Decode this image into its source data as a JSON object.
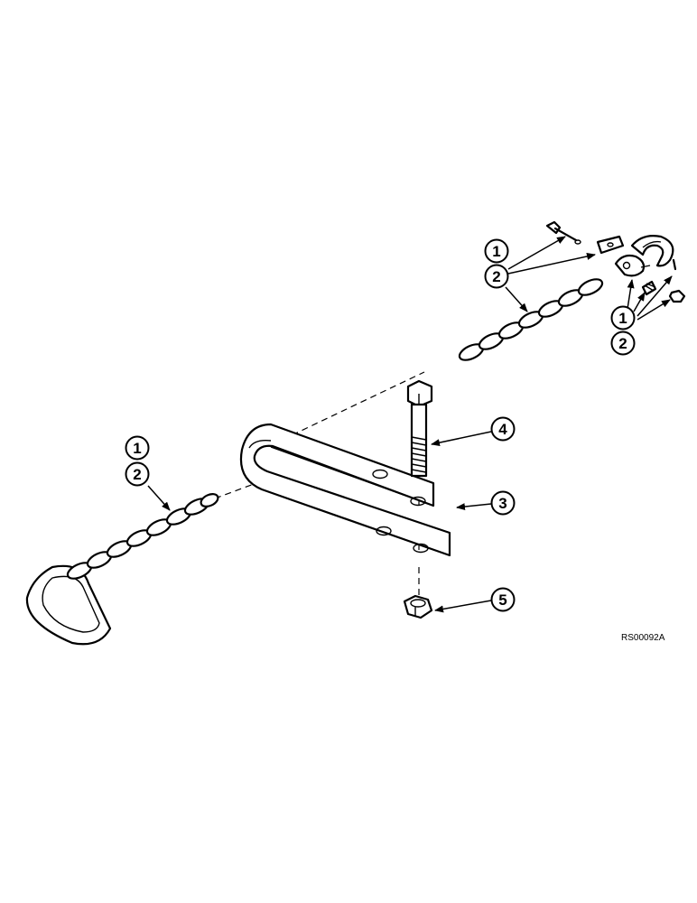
{
  "figure_code": "RS00092A",
  "callouts": [
    {
      "id": "c1-top",
      "label": "1"
    },
    {
      "id": "c2-top",
      "label": "2"
    },
    {
      "id": "c1-right",
      "label": "1"
    },
    {
      "id": "c2-right",
      "label": "2"
    },
    {
      "id": "c1-left",
      "label": "1"
    },
    {
      "id": "c2-left",
      "label": "2"
    },
    {
      "id": "c4",
      "label": "4"
    },
    {
      "id": "c3",
      "label": "3"
    },
    {
      "id": "c5",
      "label": "5"
    }
  ],
  "parts": [
    {
      "name": "safety chain (right)",
      "callouts": [
        "1",
        "2"
      ]
    },
    {
      "name": "hook and clevis hardware",
      "callouts": [
        "1",
        "2"
      ]
    },
    {
      "name": "safety chain (left)",
      "callouts": [
        "1",
        "2"
      ]
    },
    {
      "name": "bolt",
      "callouts": [
        "4"
      ]
    },
    {
      "name": "bracket",
      "callouts": [
        "3"
      ]
    },
    {
      "name": "nut",
      "callouts": [
        "5"
      ]
    }
  ]
}
